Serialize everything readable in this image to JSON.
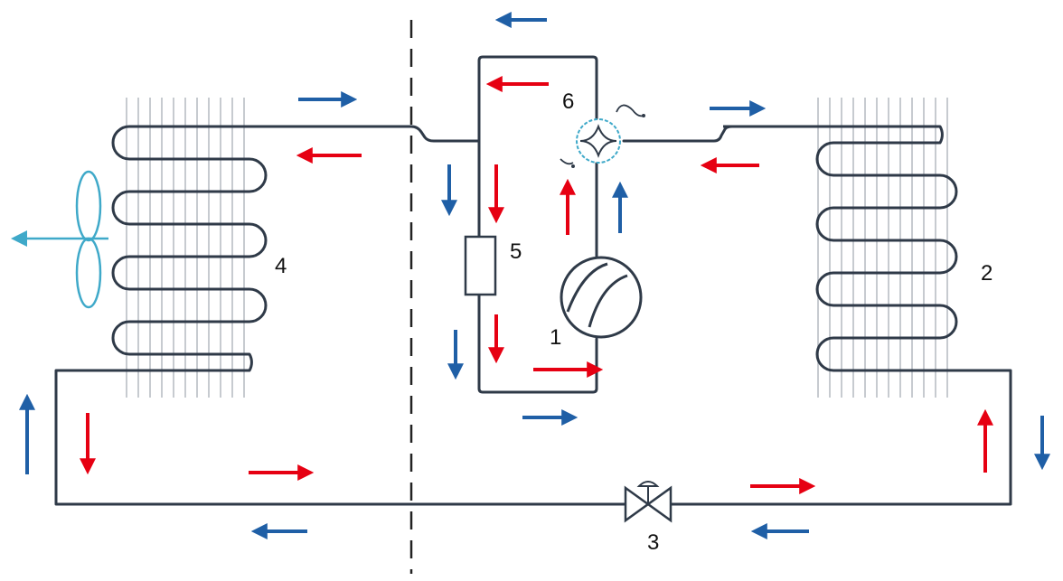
{
  "labels": {
    "compressor": "1",
    "outdoor_coil": "2",
    "expansion_valve": "3",
    "indoor_coil": "4",
    "receiver": "5",
    "reversing_valve": "6"
  },
  "colors": {
    "heating_flow_arrow": "#e60012",
    "cooling_flow_arrow": "#1f5fa6",
    "pipe": "#2f3a48",
    "fins": "#b9bec4",
    "fan": "#3fa9c9"
  },
  "icons": {
    "fan": "fan-icon",
    "compressor": "compressor-icon",
    "reversing_valve": "four-way-valve-icon",
    "expansion_valve": "expansion-valve-icon",
    "receiver": "receiver-icon"
  }
}
